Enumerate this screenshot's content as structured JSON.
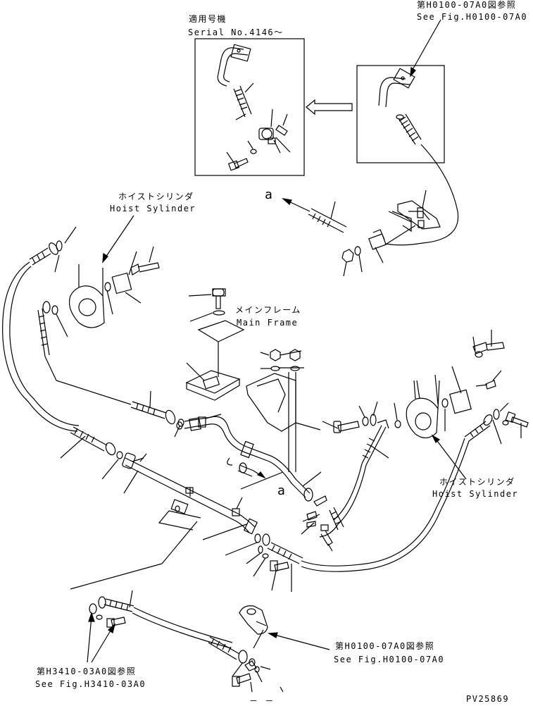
{
  "labels": {
    "serial_jp": "適用号機",
    "serial_en": "Serial No.4146～",
    "ref_top_jp": "第H0100-07A0図参照",
    "ref_top_en": "See Fig.H0100-07A0",
    "hoist_left_jp": "ホイストシリンダ",
    "hoist_left_en": "Hoist Sylinder",
    "main_frame_jp": "メインフレーム",
    "main_frame_en": "Main Frame",
    "hoist_right_jp": "ホイストシリンダ",
    "hoist_right_en": "Hoist Sylinder",
    "ref_bottom_right_jp": "第H0100-07A0図参照",
    "ref_bottom_right_en": "See Fig.H0100-07A0",
    "ref_bottom_left_jp": "第H3410-03A0図参照",
    "ref_bottom_left_en": "See Fig.H3410-03A0",
    "marker_a_top": "a",
    "marker_a_mid": "a",
    "page_id": "PV25869",
    "footer_mark": "－ －"
  }
}
